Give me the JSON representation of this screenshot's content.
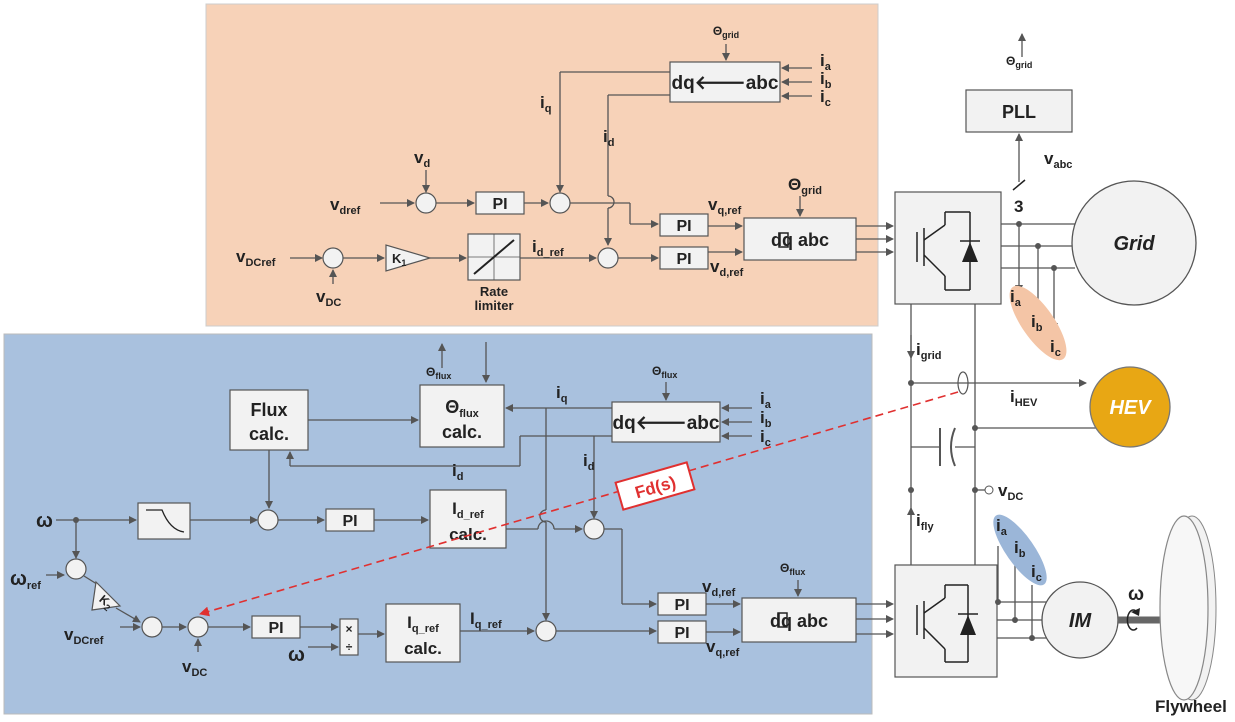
{
  "top_panel": {
    "theta_grid_top": "Θ",
    "theta_grid_top_sub": "grid",
    "dq_abc_top": "dq🡐abc",
    "ia": "i",
    "ia_sub": "a",
    "ib": "i",
    "ib_sub": "b",
    "ic": "i",
    "ic_sub": "c",
    "iq": "i",
    "iq_sub": "q",
    "id": "i",
    "id_sub": "d",
    "vd": "v",
    "vd_sub": "d",
    "vdref": "v",
    "vdref_sub": "dref",
    "vdcref": "v",
    "vdcref_sub": "DCref",
    "vdc": "v",
    "vdc_sub": "DC",
    "k1": "K",
    "k1_sub": "1",
    "pi": "PI",
    "rate_limiter_line1": "Rate",
    "rate_limiter_line2": "limiter",
    "id_ref": "i",
    "id_ref_sub": "d_ref",
    "vq_ref": "v",
    "vq_ref_sub": "q,ref",
    "vd_ref": "v",
    "vd_ref_sub": "d,ref",
    "theta_grid_mid": "Θ",
    "theta_grid_mid_sub": "grid",
    "dq_abc_out": "dq abc"
  },
  "grid_side": {
    "pll": "PLL",
    "theta_grid": "Θ",
    "theta_grid_sub": "grid",
    "vabc": "v",
    "vabc_sub": "abc",
    "three": "3",
    "grid": "Grid",
    "ia": "i",
    "ia_sub": "a",
    "ib": "i",
    "ib_sub": "b",
    "ic": "i",
    "ic_sub": "c",
    "igrid": "i",
    "igrid_sub": "grid",
    "ihev": "i",
    "ihev_sub": "HEV",
    "hev": "HEV",
    "vdc": "v",
    "vdc_sub": "DC",
    "ifly": "i",
    "ifly_sub": "fly",
    "ia2": "i",
    "ia2_sub": "a",
    "ib2": "i",
    "ib2_sub": "b",
    "ic2": "i",
    "ic2_sub": "c",
    "im": "IM",
    "omega": "ω",
    "flywheel": "Flywheel"
  },
  "bottom_panel": {
    "theta_flux_a": "Θ",
    "theta_flux_a_sub": "flux",
    "theta_flux_b": "Θ",
    "theta_flux_b_sub": "flux",
    "flux_calc_1": "Flux",
    "flux_calc_2": "calc.",
    "theta_calc_1": "Θ",
    "theta_calc_1_sub": "flux",
    "theta_calc_2": "calc.",
    "dq_abc": "dq🡐abc",
    "iq": "i",
    "iq_sub": "q",
    "id": "i",
    "id_sub": "d",
    "id2": "i",
    "id2_sub": "d",
    "ia": "i",
    "ia_sub": "a",
    "ib": "i",
    "ib_sub": "b",
    "ic": "i",
    "ic_sub": "c",
    "fd": "Fd(s)",
    "omega": "ω",
    "omega_ref": "ω",
    "omega_ref_sub": "ref",
    "k2": "K",
    "k2_sub": "2",
    "pi": "PI",
    "idref_calc_1": "I",
    "idref_calc_1_sub": "d_ref",
    "idref_calc_2": "calc.",
    "iqref_calc_1": "I",
    "iqref_calc_1_sub": "q_ref",
    "iqref_calc_2": "calc.",
    "iq_ref": "I",
    "iq_ref_sub": "q_ref",
    "vdcref": "v",
    "vdcref_sub": "DCref",
    "vdc": "v",
    "vdc_sub": "DC",
    "omega2": "ω",
    "vd_ref": "v",
    "vd_ref_sub": "d,ref",
    "vq_ref": "v",
    "vq_ref_sub": "q,ref",
    "theta_flux_out": "Θ",
    "theta_flux_out_sub": "flux",
    "dq_abc_out": "dq abc"
  },
  "colors": {
    "top_panel": "#f7d2b8",
    "bottom_panel": "#a9c1de",
    "hev": "#e8a714",
    "fd_red": "#e03030"
  }
}
